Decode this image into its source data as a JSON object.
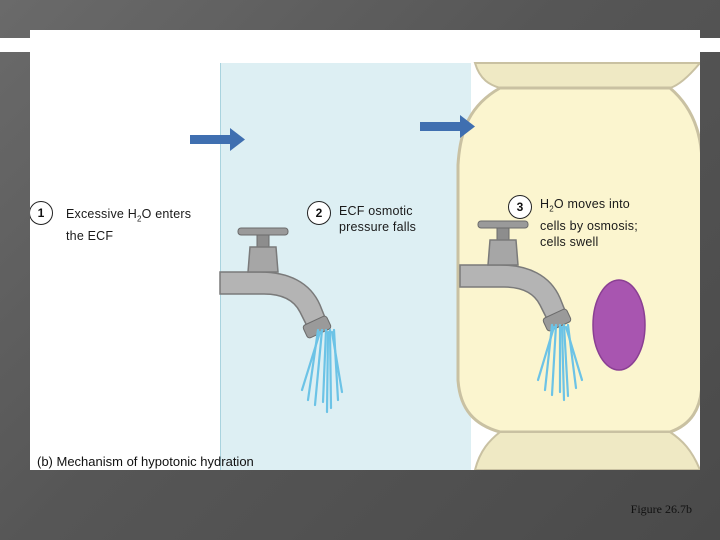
{
  "figure": {
    "caption": "(b) Mechanism of hypotonic hydration",
    "label": "Figure 26.7b"
  },
  "steps": [
    {
      "number": "1",
      "text_line1": "Excessive H",
      "sub": "2",
      "text_line1_rest": "O enters",
      "text_line2": "the ECF"
    },
    {
      "number": "2",
      "text_line1": "ECF osmotic",
      "text_line2": "pressure falls"
    },
    {
      "number": "3",
      "text_line1": "H",
      "sub": "2",
      "text_line1_rest": "O moves into",
      "text_line2": "cells by osmosis;",
      "text_line3": "cells swell"
    }
  ],
  "colors": {
    "ecf_fluid": "#ddeff3",
    "cell_fill": "#fbf5cf",
    "cell_border": "#c9c1a2",
    "nucleus": "#a855b0",
    "arrow": "#3f6fb0",
    "water": "#6cc3e6"
  },
  "icons": [
    "faucet-icon",
    "arrow-right-icon",
    "water-stream-icon",
    "cell-icon",
    "nucleus-icon"
  ]
}
